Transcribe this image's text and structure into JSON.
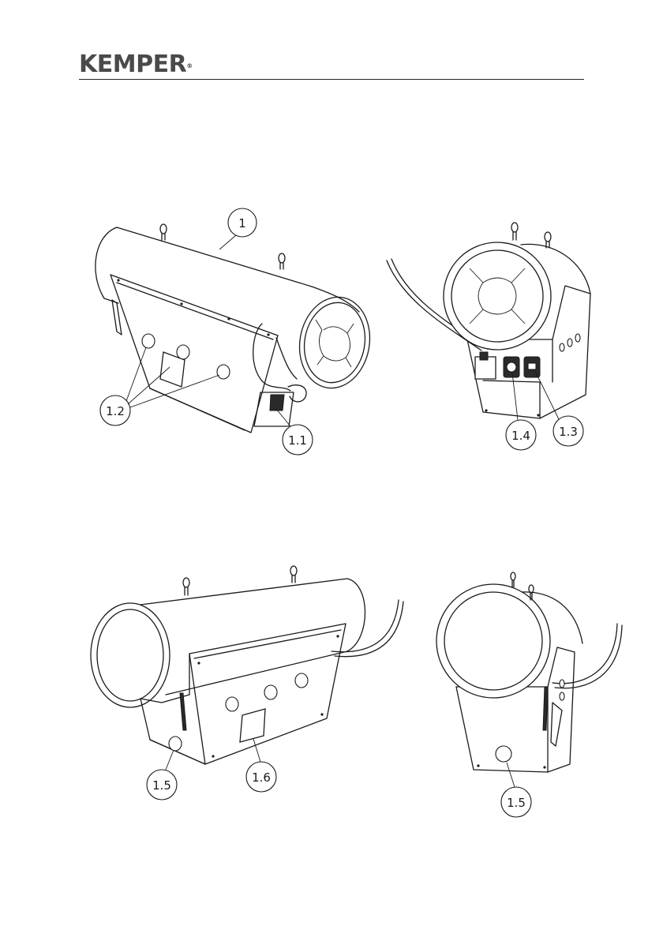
{
  "logo": {
    "text": "KEMPER",
    "mark": "®"
  },
  "callouts": {
    "c1": "1",
    "c1_1": "1.1",
    "c1_2": "1.2",
    "c1_3": "1.3",
    "c1_4": "1.4",
    "c1_5a": "1.5",
    "c1_6": "1.6",
    "c1_5b": "1.5"
  }
}
